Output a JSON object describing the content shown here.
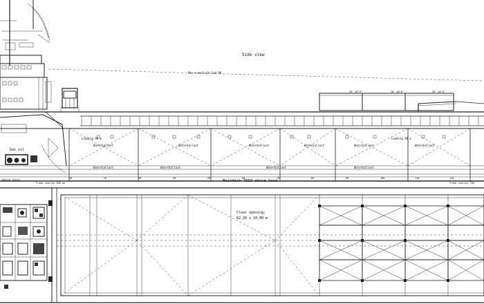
{
  "side_view": {
    "title": "Side view",
    "visibility_label": "Max viewfield Fwd 90",
    "container_labels": [
      "20' x8'6\"",
      "20' x8'6\"",
      "20' x8'6\""
    ],
    "loading_labels": [
      "Loading 90 m",
      "Loading 90 m"
    ],
    "water_ballast_upper": [
      "Waterballast",
      "Waterballast",
      "Waterballast",
      "Waterballast",
      "Waterballast",
      "Waterballast"
    ],
    "water_ballast_lower": [
      "Waterballast",
      "Waterballast",
      "Waterballast",
      "Waterballast"
    ],
    "gas_oil_label": "Gas oil",
    "frame_labels": [
      "10",
      "20",
      "30",
      "40",
      "50",
      "60",
      "70",
      "80",
      "90",
      "100",
      "110",
      "120"
    ],
    "bottom_note": "Frame spacing 600 mm",
    "bottom_note_right": "Frame spacing 700"
  },
  "plan_view": {
    "upper_label": "above base",
    "title": "Maindeck 7050 above base",
    "clear_opening_title": "Clear opening:",
    "clear_opening_value": "62.30 x 10.80 m"
  },
  "colors": {
    "line": "#222222",
    "background": "#ffffff"
  }
}
